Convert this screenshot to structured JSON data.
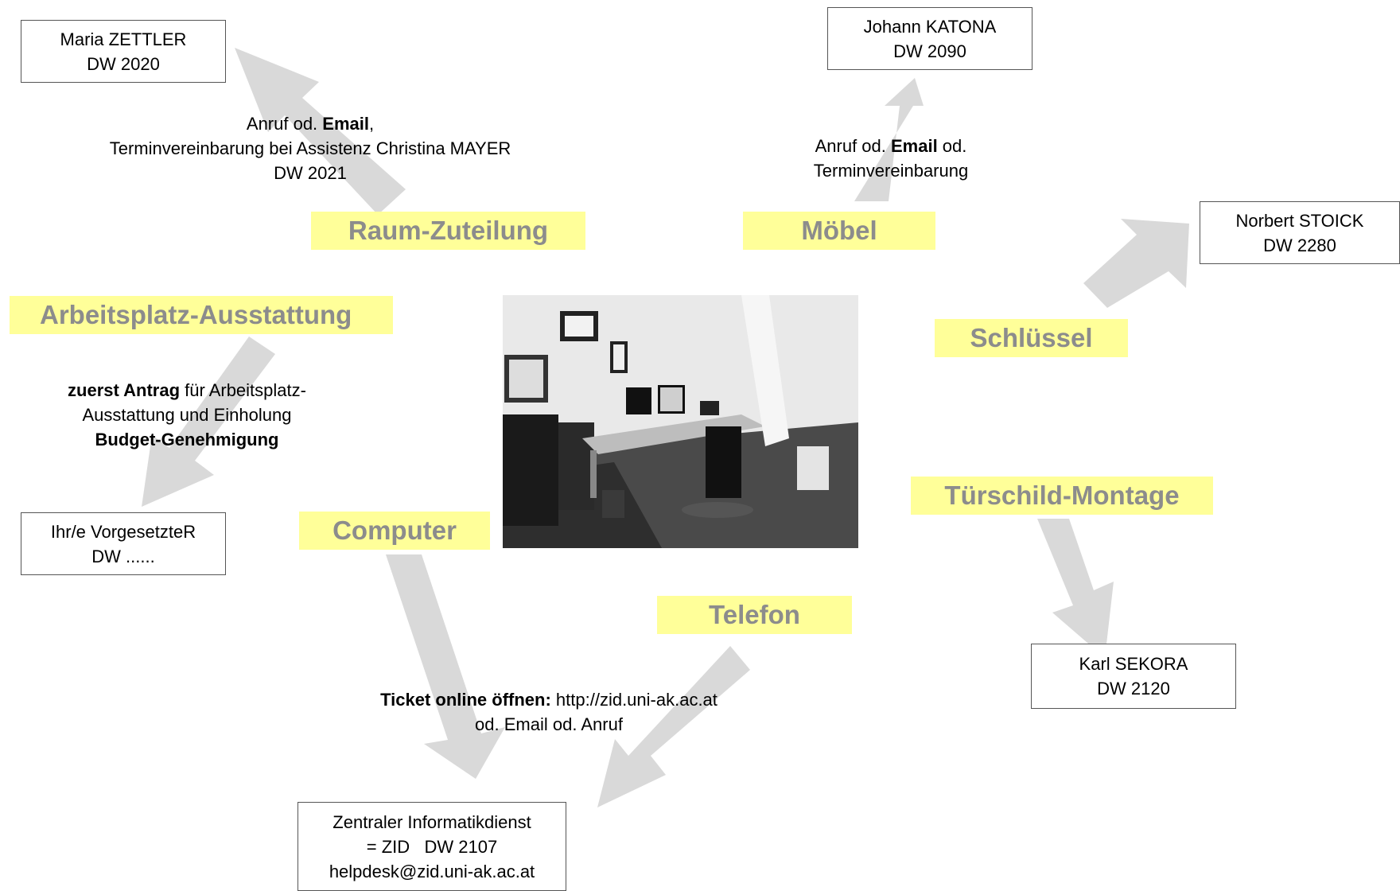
{
  "contacts": {
    "zettler": [
      "Maria ZETTLER",
      "DW 2020"
    ],
    "katona": [
      "Johann KATONA",
      "DW 2090"
    ],
    "stoick": [
      "Norbert STOICK",
      "DW 2280"
    ],
    "vorgesetzte": [
      "Ihr/e VorgesetzteR",
      "DW ......"
    ],
    "sekora": [
      "Karl SEKORA",
      "DW 2120"
    ],
    "zid": [
      "Zentraler Informatikdienst",
      "= ZID   DW 2107",
      "helpdesk@zid.uni-ak.ac.at"
    ]
  },
  "topics": {
    "raum": "Raum-Zuteilung",
    "moebel": "Möbel",
    "arbeitsplatz": "Arbeitsplatz-Ausstattung",
    "schluessel": "Schlüssel",
    "tuerschild": "Türschild-Montage",
    "computer": "Computer",
    "telefon": "Telefon"
  },
  "notes": {
    "raum": {
      "l1_pre": "Anruf od. ",
      "l1_bold": "Email",
      "l1_post": ",",
      "l2": "Terminvereinbarung bei Assistenz Christina MAYER",
      "l3": "DW 2021"
    },
    "moebel": {
      "l1_pre": "Anruf od. ",
      "l1_bold": "Email",
      "l1_post": " od.",
      "l2": "Terminvereinbarung"
    },
    "arbeitsplatz": {
      "l1_bold": "zuerst Antrag",
      "l1_post": " für Arbeitsplatz-",
      "l2": "Ausstattung und Einholung",
      "l3_bold": "Budget-Genehmigung"
    },
    "ticket": {
      "l1_bold": "Ticket online öffnen:",
      "l1_post": " http://zid.uni-ak.ac.at",
      "l2": "od. Email od. Anruf"
    }
  },
  "colors": {
    "label_bg": "#ffff99",
    "label_text": "#8c8c8c",
    "arrow": "#d9d9d9",
    "box_border": "#555555"
  }
}
